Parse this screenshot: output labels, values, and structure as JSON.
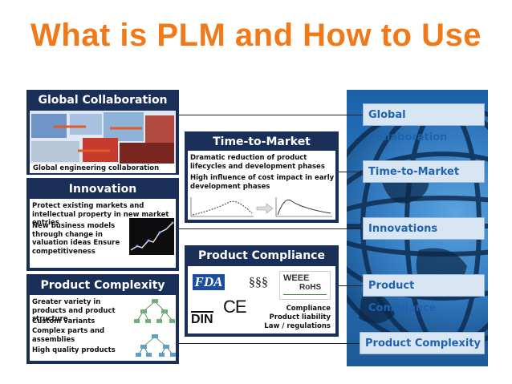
{
  "title": "What is PLM and How to Use",
  "tabs": [
    "Global Collaboration",
    "Time-to-Market",
    "Innovations",
    "Product Compliance",
    "Product Complexity"
  ],
  "cards": {
    "global": {
      "heading": "Global Collaboration",
      "caption": "Global engineering collaboration"
    },
    "innovation": {
      "heading": "Innovation",
      "line1": "Protect existing markets and intellectual property in new market entries",
      "line2": "New business models through change in valuation ideas Ensure competitiveness"
    },
    "complexity": {
      "heading": "Product Complexity",
      "line1": "Greater variety in products and product structure",
      "line2": "Custom variants",
      "line3": "Complex parts and assemblies",
      "line4": "High quality products"
    },
    "ttm": {
      "heading": "Time-to-Market",
      "line1": "Dramatic reduction of product lifecycles and development phases",
      "line2": "High influence of cost impact in early development phases"
    },
    "compliance": {
      "heading": "Product Compliance",
      "logo_fda": "FDA",
      "symbol_ce": "CE",
      "symbol_para": "§§§",
      "logo_weee": "WEEE",
      "logo_rohs": "RoHS",
      "logo_din": "DIN",
      "item1": "Compliance",
      "item2": "Product liability",
      "item3": "Law / regulations"
    }
  }
}
